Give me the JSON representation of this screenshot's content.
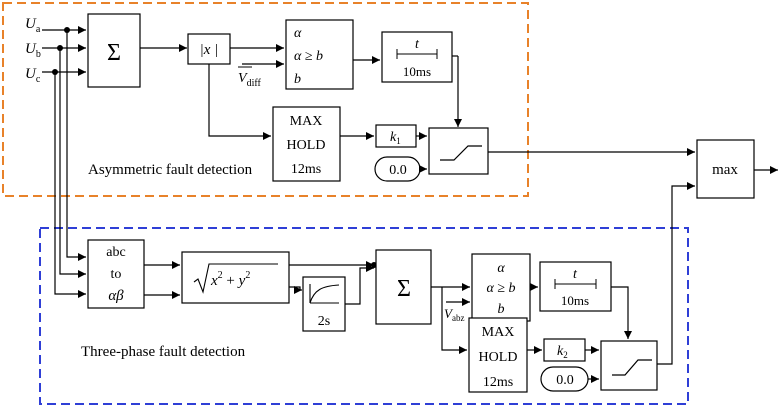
{
  "inputs": {
    "ua": {
      "base": "U",
      "sub": "a"
    },
    "ub": {
      "base": "U",
      "sub": "b"
    },
    "uc": {
      "base": "U",
      "sub": "c"
    }
  },
  "asymmetric": {
    "region_label": "Asymmetric fault detection",
    "region_color": "#E8822A",
    "sum_symbol": "Σ",
    "abs_label": "|x |",
    "compare": [
      "α",
      "α ≥ b",
      "b"
    ],
    "vdiff": {
      "base": "V",
      "sub": "diff"
    },
    "timer": {
      "t": "t",
      "delay": "10ms"
    },
    "maxhold": [
      "MAX",
      "HOLD",
      "12ms"
    ],
    "gain": {
      "base": "k",
      "sub": "1"
    },
    "const": "0.0"
  },
  "threephase": {
    "region_label": "Three-phase fault detection",
    "region_color": "#2F3FD6",
    "transform": [
      "abc",
      "to",
      "αβ"
    ],
    "sqrt_label": {
      "inner": "x",
      "sup1": "2",
      "plus": " + ",
      "inner2": "y",
      "sup2": "2"
    },
    "filter_label": "2s",
    "sum_symbol": "Σ",
    "compare": [
      "α",
      "α ≥ b",
      "b"
    ],
    "vabz": {
      "base": "V",
      "sub": "abz"
    },
    "timer": {
      "t": "t",
      "delay": "10ms"
    },
    "maxhold": [
      "MAX",
      "HOLD",
      "12ms"
    ],
    "gain": {
      "base": "k",
      "sub": "2"
    },
    "const": "0.0"
  },
  "output": {
    "max_label": "max"
  }
}
